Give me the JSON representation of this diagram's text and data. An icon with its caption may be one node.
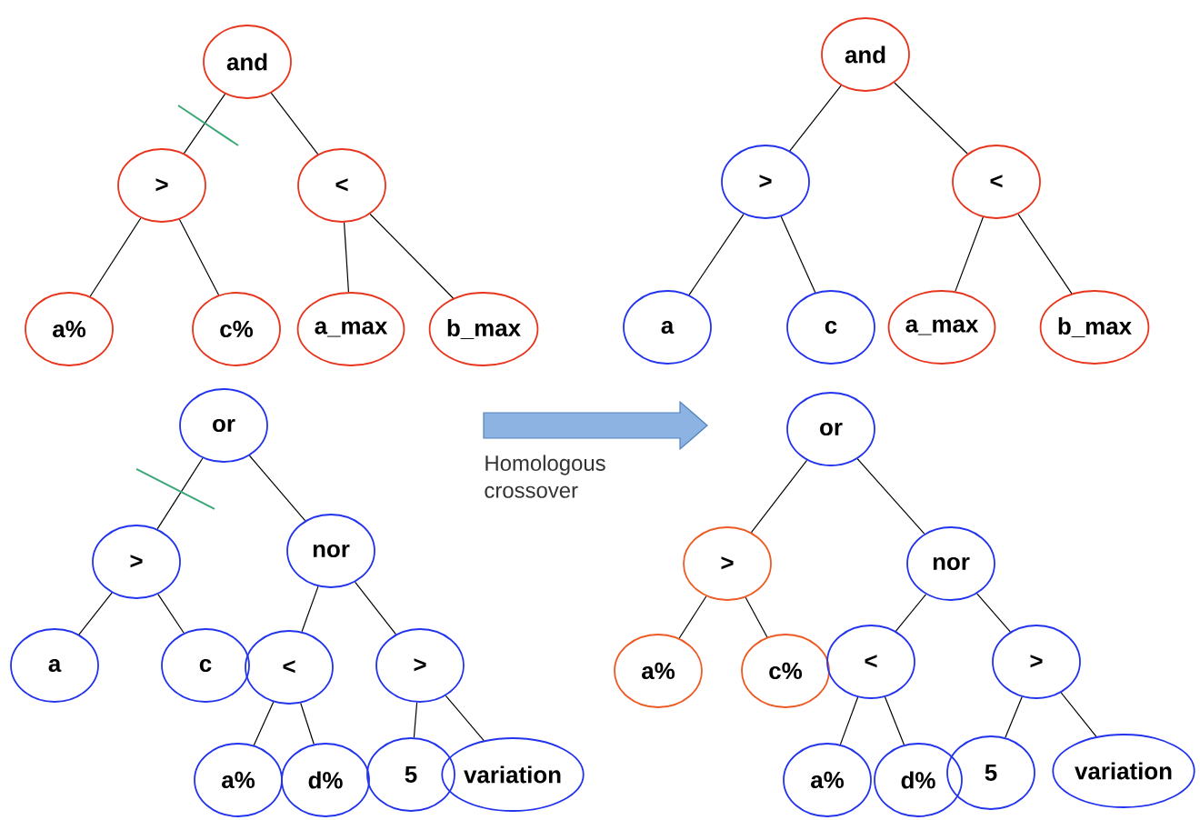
{
  "diagram": {
    "nodes": [
      {
        "text": [
          "and"
        ]
      },
      {
        "text": [
          ">"
        ]
      },
      {
        "text": [
          "<"
        ]
      },
      {
        "text": [
          "a%"
        ]
      },
      {
        "text": [
          "c%"
        ]
      },
      {
        "text": [
          "a_max"
        ]
      },
      {
        "text": [
          "b_max"
        ]
      },
      {
        "text": [
          "and"
        ]
      },
      {
        "text": [
          ">"
        ]
      },
      {
        "text": [
          "<"
        ]
      },
      {
        "text": [
          "a"
        ]
      },
      {
        "text": [
          "c"
        ]
      },
      {
        "text": [
          "a_max"
        ]
      },
      {
        "text": [
          "b_max"
        ]
      },
      {
        "text": [
          "or"
        ]
      },
      {
        "text": [
          ">"
        ]
      },
      {
        "text": [
          "nor"
        ]
      },
      {
        "text": [
          "a"
        ]
      },
      {
        "text": [
          "c"
        ]
      },
      {
        "text": [
          "<"
        ]
      },
      {
        "text": [
          ">"
        ]
      },
      {
        "text": [
          "a%"
        ]
      },
      {
        "text": [
          "d%"
        ]
      },
      {
        "text": [
          "5"
        ]
      },
      {
        "text": [
          "variation"
        ]
      },
      {
        "text": [
          "or"
        ]
      },
      {
        "text": [
          ">"
        ]
      },
      {
        "text": [
          "nor"
        ]
      },
      {
        "text": [
          "a%"
        ]
      },
      {
        "text": [
          "c%"
        ]
      },
      {
        "text": [
          "<"
        ]
      },
      {
        "text": [
          ">"
        ]
      },
      {
        "text": [
          "a%"
        ]
      },
      {
        "text": [
          "d%"
        ]
      },
      {
        "text": [
          "5"
        ]
      },
      {
        "text": [
          "variation"
        ]
      }
    ],
    "edges": [
      {
        "from": 0,
        "to": 1,
        "arrow": "none"
      },
      {
        "from": 0,
        "to": 2,
        "arrow": "none"
      },
      {
        "from": 1,
        "to": 3,
        "arrow": "none"
      },
      {
        "from": 1,
        "to": 4,
        "arrow": "none"
      },
      {
        "from": 2,
        "to": 5,
        "arrow": "none"
      },
      {
        "from": 2,
        "to": 6,
        "arrow": "none"
      },
      {
        "from": 7,
        "to": 8,
        "arrow": "none"
      },
      {
        "from": 7,
        "to": 9,
        "arrow": "none"
      },
      {
        "from": 8,
        "to": 10,
        "arrow": "none"
      },
      {
        "from": 8,
        "to": 11,
        "arrow": "none"
      },
      {
        "from": 9,
        "to": 12,
        "arrow": "none"
      },
      {
        "from": 9,
        "to": 13,
        "arrow": "none"
      },
      {
        "from": 14,
        "to": 15,
        "arrow": "none"
      },
      {
        "from": 14,
        "to": 16,
        "arrow": "none"
      },
      {
        "from": 15,
        "to": 17,
        "arrow": "none"
      },
      {
        "from": 15,
        "to": 18,
        "arrow": "none"
      },
      {
        "from": 16,
        "to": 19,
        "arrow": "none"
      },
      {
        "from": 16,
        "to": 20,
        "arrow": "none"
      },
      {
        "from": 19,
        "to": 21,
        "arrow": "none"
      },
      {
        "from": 19,
        "to": 22,
        "arrow": "none"
      },
      {
        "from": 20,
        "to": 23,
        "arrow": "none"
      },
      {
        "from": 20,
        "to": 24,
        "arrow": "none"
      },
      {
        "from": 25,
        "to": 26,
        "arrow": "none"
      },
      {
        "from": 25,
        "to": 27,
        "arrow": "none"
      },
      {
        "from": 26,
        "to": 28,
        "arrow": "none"
      },
      {
        "from": 26,
        "to": 29,
        "arrow": "none"
      },
      {
        "from": 27,
        "to": 30,
        "arrow": "none"
      },
      {
        "from": 27,
        "to": 31,
        "arrow": "none"
      },
      {
        "from": 30,
        "to": 32,
        "arrow": "none"
      },
      {
        "from": 30,
        "to": 33,
        "arrow": "none"
      },
      {
        "from": 31,
        "to": 34,
        "arrow": "none"
      },
      {
        "from": 31,
        "to": 35,
        "arrow": "none"
      }
    ],
    "labels": [
      "Homologous crossover"
    ]
  }
}
